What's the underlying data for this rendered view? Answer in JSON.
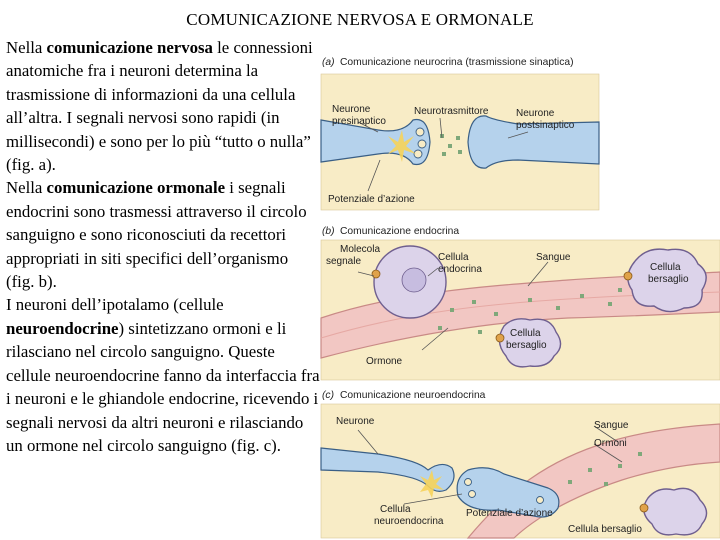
{
  "title": "COMUNICAZIONE NERVOSA E ORMONALE",
  "paragraphs": [
    {
      "pre": "Nella ",
      "bold": "comunicazione nervosa",
      "post": " le connessioni anatomiche fra i neuroni determina la trasmissione di informazioni da una cellula all’altra. I segnali nervosi sono rapidi (in millisecondi) e sono per lo più “tutto o nulla” (fig. a)."
    },
    {
      "pre": "Nella ",
      "bold": "comunicazione ormonale",
      "post": " i segnali endocrini sono trasmessi attraverso il circolo sanguigno e sono riconosciuti da recettori appropriati in siti specifici dell’organismo (fig. b)."
    },
    {
      "pre": "I neuroni dell’ipotalamo (cellule ",
      "bold": "neuroendocrine",
      "post": ") sintetizzano ormoni e li rilasciano nel circolo sanguigno. Queste cellule neuroendocrine fanno da interfaccia fra i neuroni e le ghiandole endocrine, ricevendo i segnali nervosi da altri neuroni e rilasciando un ormone nel circolo sanguigno (fig. c)."
    }
  ],
  "figure": {
    "a": {
      "letter": "(a)",
      "caption": "Comunicazione neurocrina (trasmissione sinaptica)",
      "neurone_pre_1": "Neurone",
      "neurone_pre_2": "presinaptico",
      "neurotrasmettitore": "Neurotrasmittore",
      "neurone_post_1": "Neurone",
      "neurone_post_2": "postsinaptico",
      "potenziale": "Potenziale d’azione"
    },
    "b": {
      "letter": "(b)",
      "caption": "Comunicazione endocrina",
      "molecola_1": "Molecola",
      "molecola_2": "segnale",
      "cellula_endo_1": "Cellula",
      "cellula_endo_2": "endocrina",
      "sangue": "Sangue",
      "bersaglio_1a": "Cellula",
      "bersaglio_1b": "bersaglio",
      "bersaglio_2a": "Cellula",
      "bersaglio_2b": "bersaglio",
      "ormone": "Ormone"
    },
    "c": {
      "letter": "(c)",
      "caption": "Comunicazione neuroendocrina",
      "neurone": "Neurone",
      "sangue": "Sangue",
      "ormoni": "Ormoni",
      "cellula_neuro_1": "Cellula",
      "cellula_neuro_2": "neuroendocrina",
      "potenziale": "Potenziale d’azione",
      "bersaglio": "Cellula bersaglio"
    }
  },
  "colors": {
    "panel_bg": "#f8ecc6",
    "neuron_blue": "#b5d2ec",
    "neuron_outline": "#3a5f86",
    "blood_vessel": "#f2c7c3",
    "blood_vessel_edge": "#c98a86",
    "cell_lilac": "#dcd3ea",
    "cell_outline": "#6f5f8f",
    "molecule_green": "#7fa87a",
    "receptor_orange": "#e0a24a",
    "flash_yellow": "#f6d35a"
  }
}
